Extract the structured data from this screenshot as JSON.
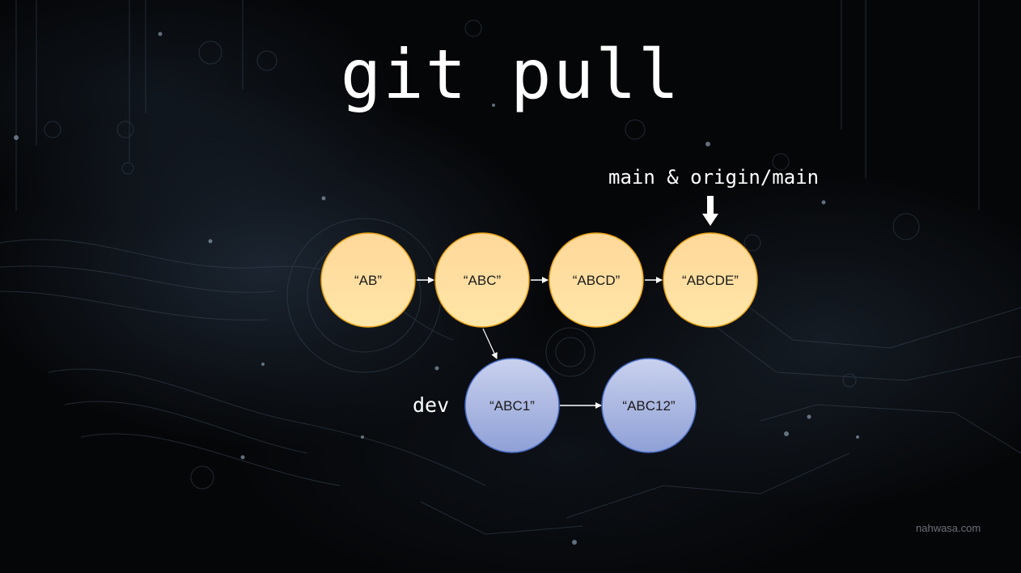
{
  "title": "git pull",
  "branch_labels": {
    "main": "main & origin/main",
    "dev": "dev"
  },
  "commits": {
    "main": [
      "“AB”",
      "“ABC”",
      "“ABCD”",
      "“ABCDE”"
    ],
    "dev": [
      "“ABC1”",
      "“ABC12”"
    ]
  },
  "colors": {
    "main_commit_fill_top": "#FFD89A",
    "main_commit_fill_bottom": "#FFE6A8",
    "main_commit_stroke": "#E8A317",
    "dev_commit_fill_top": "#C9D1EE",
    "dev_commit_fill_bottom": "#8FA0D6",
    "dev_commit_stroke": "#4A6BC4",
    "arrow": "#ffffff",
    "text": "#ffffff"
  },
  "watermark": "nahwasa.com"
}
